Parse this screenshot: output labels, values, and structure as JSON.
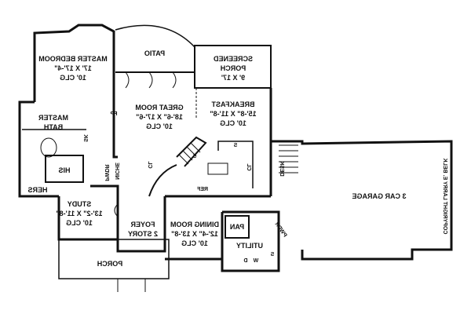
{
  "rooms": {
    "master_bedroom": {
      "name": "MASTER BEDROOM",
      "size": "17' X 17'-4\"",
      "ceiling": "10' CLG"
    },
    "patio": {
      "name": "PATIO"
    },
    "screened_porch": {
      "name": "SCREENED",
      "name2": "PORCH",
      "size": "9' X 17'"
    },
    "great_room": {
      "name": "GREAT ROOM",
      "size": "18'-6\" X 17'-6\"",
      "ceiling": "10' CLG"
    },
    "breakfast": {
      "name": "BREAKFAST",
      "size": "15'-8\" X 11'-8\"",
      "ceiling": "10' CLG"
    },
    "master_bath": {
      "name": "MASTER",
      "name2": "BATH"
    },
    "his": {
      "name": "HIS"
    },
    "hers": {
      "name": "HERS"
    },
    "study": {
      "name": "STUDY",
      "size": "13'-2\" X 11'-8\"",
      "ceiling": "10' CLG"
    },
    "foyer": {
      "name": "FOYER",
      "note": "2 STORY"
    },
    "dining_room": {
      "name": "DINING ROOM",
      "size": "12'-4\" X 13'-8\"",
      "ceiling": "10' CLG"
    },
    "utility": {
      "name": "UTILITY"
    },
    "pantry": {
      "name": "PAN"
    },
    "garage": {
      "name": "3 CAR GARAGE"
    },
    "porch": {
      "name": "PORCH"
    }
  },
  "fixtures": {
    "fp": "FP",
    "pwdr": "PWDR",
    "pwdr2": "PWDR",
    "niche": "NICHE",
    "sk": "SK",
    "cl_coat": "CL",
    "cl_kitchen": "CL",
    "ref": "REF",
    "s_stair": "S",
    "s_kitchen": "S",
    "s_utility": "S",
    "desk": "DESK",
    "washer": "W",
    "dryer": "D"
  },
  "copyright": "COPYRIGHT LARRY E. BELK"
}
